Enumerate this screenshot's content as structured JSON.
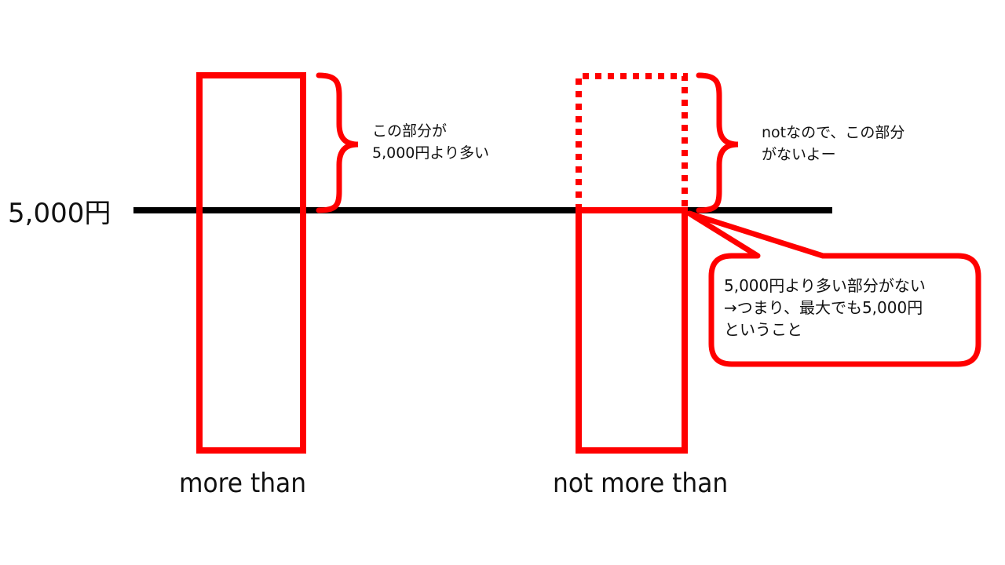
{
  "diagram": {
    "threshold_label": "5,000円",
    "colors": {
      "accent": "#ff0000",
      "line": "#000000",
      "text": "#111111",
      "background": "#ffffff"
    },
    "left_group": {
      "caption": "more than",
      "brace_note": [
        "この部分が",
        "5,000円より多い"
      ]
    },
    "right_group": {
      "caption": "not more than",
      "brace_note": [
        "notなので、この部分",
        "がないよー"
      ],
      "callout": [
        "5,000円より多い部分がない",
        "→つまり、最大でも5,000円",
        "ということ"
      ]
    }
  }
}
